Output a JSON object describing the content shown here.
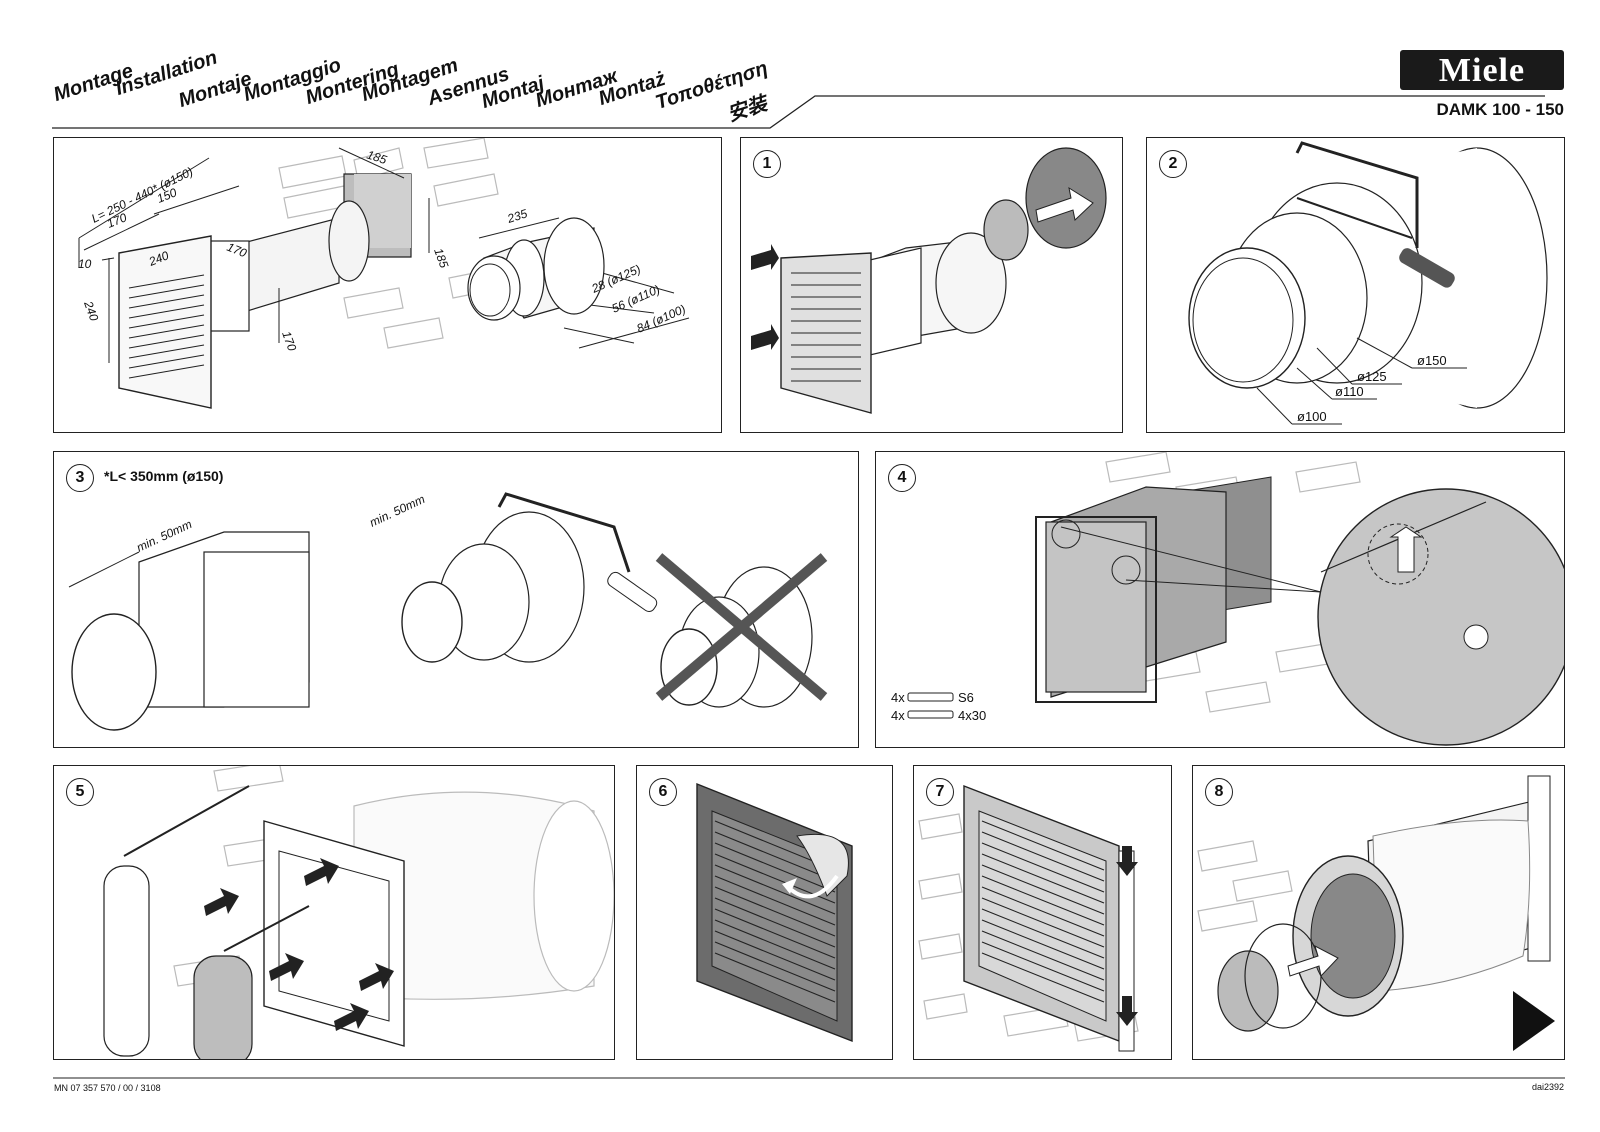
{
  "header": {
    "titles": [
      "Montage",
      "Installation",
      "Montaje",
      "Montaggio",
      "Montering",
      "Montagem",
      "Asennus",
      "Montaj",
      "Монтаж",
      "Montaż",
      "Τοποθέτηση",
      "安装"
    ],
    "logo": "Miele",
    "model": "DAMK 100 - 150"
  },
  "panel0": {
    "dims": {
      "length": "L= 250 - 440* (ø150)",
      "d170a": "170",
      "d150": "150",
      "d10": "10",
      "d240a": "240",
      "d240b": "240",
      "d170b": "170",
      "d170c": "170",
      "d185a": "185",
      "d185b": "185",
      "d235": "235",
      "d28": "28 (ø125)",
      "d56": "56 (ø110)",
      "d84": "84 (ø100)"
    }
  },
  "panel1": {
    "step": "1"
  },
  "panel2": {
    "step": "2",
    "diameters": [
      "ø150",
      "ø125",
      "ø110",
      "ø100"
    ]
  },
  "panel3": {
    "step": "3",
    "note": "*L< 350mm (ø150)",
    "min_a": "min. 50mm",
    "min_b": "min. 50mm"
  },
  "panel4": {
    "step": "4",
    "parts": [
      "4x",
      "S6",
      "4x",
      "4x30"
    ]
  },
  "panel5": {
    "step": "5"
  },
  "panel6": {
    "step": "6"
  },
  "panel7": {
    "step": "7"
  },
  "panel8": {
    "step": "8"
  },
  "footer": {
    "doc_number": "MN 07 357 570 / 00 / 3108",
    "drawing_id": "dai2392"
  },
  "colors": {
    "line": "#222222",
    "grey": "#b8b8b8",
    "dark": "#555555",
    "logo_bg": "#1a1a1a"
  }
}
